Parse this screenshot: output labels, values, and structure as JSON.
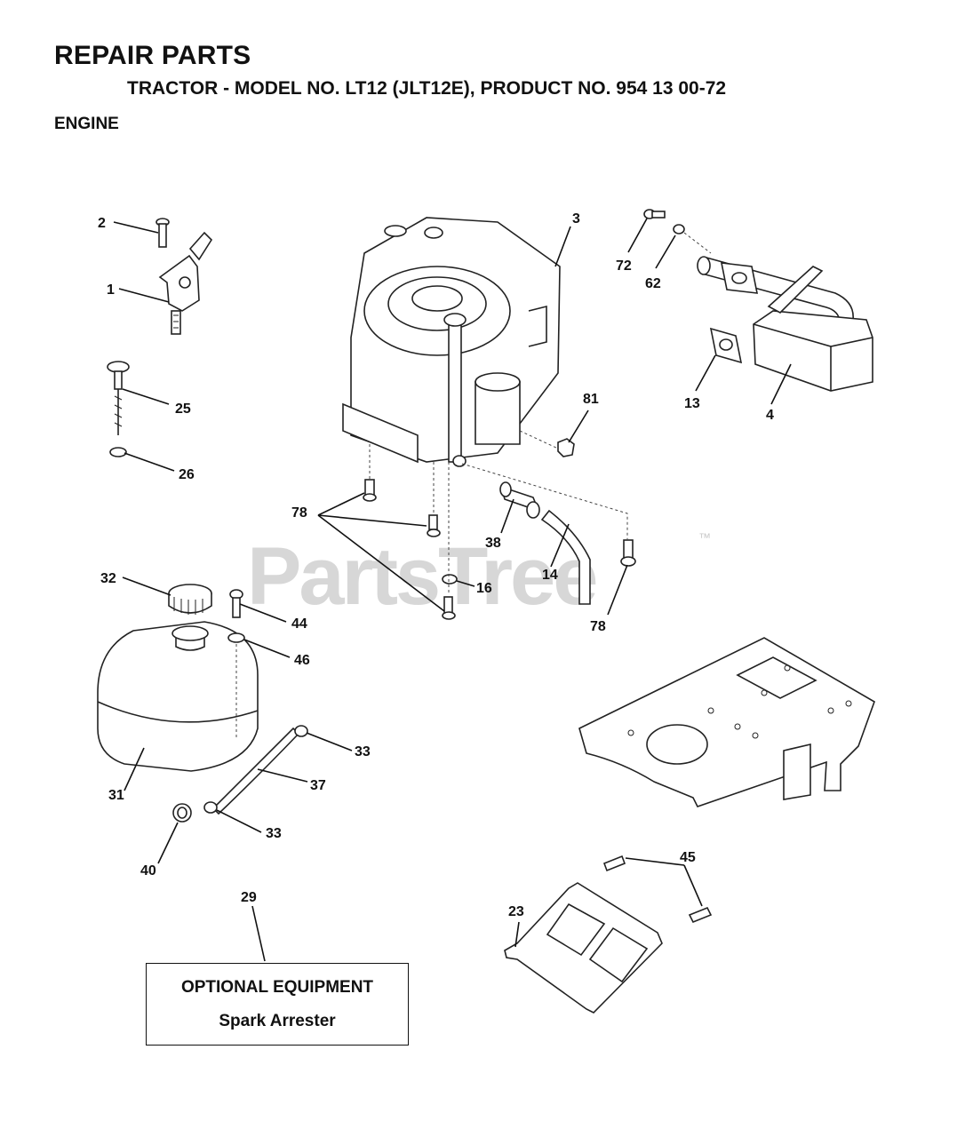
{
  "header": {
    "title": "REPAIR PARTS",
    "subtitle": "TRACTOR - MODEL NO. LT12 (JLT12E), PRODUCT NO. 954 13 00-72",
    "section": "ENGINE"
  },
  "watermark": {
    "text": "PartsTree",
    "mark": "™"
  },
  "callouts": {
    "c1": "1",
    "c2": "2",
    "c3": "3",
    "c4": "4",
    "c13": "13",
    "c14": "14",
    "c16": "16",
    "c23": "23",
    "c25": "25",
    "c26": "26",
    "c29": "29",
    "c31": "31",
    "c32": "32",
    "c33a": "33",
    "c33b": "33",
    "c37": "37",
    "c38": "38",
    "c40": "40",
    "c44": "44",
    "c45": "45",
    "c46": "46",
    "c62": "62",
    "c72": "72",
    "c78a": "78",
    "c78b": "78",
    "c81": "81"
  },
  "optional_equipment": {
    "title": "OPTIONAL EQUIPMENT",
    "item": "Spark Arrester"
  },
  "colors": {
    "ink": "#111111",
    "watermark": "#d7d7d7"
  }
}
